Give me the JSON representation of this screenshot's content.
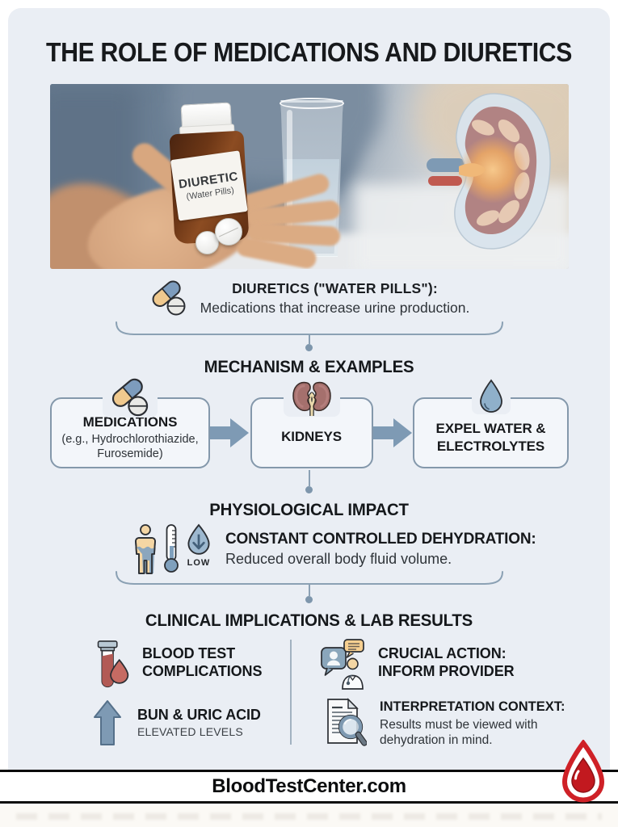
{
  "colors": {
    "background": "#eaeef4",
    "steel_accent": "#7e9ab4",
    "box_border": "#8498ab",
    "ink": "#17191c",
    "logo_red": "#cf2127"
  },
  "title": "THE ROLE OF MEDICATIONS AND DIURETICS",
  "hero": {
    "bottle_line1": "DIURETIC",
    "bottle_line2": "(Water Pills)"
  },
  "intro": {
    "heading": "DIURETICS (\"WATER PILLS\"):",
    "description": "Medications that increase urine production.",
    "icon": "pills-icon"
  },
  "mechanism": {
    "heading": "MECHANISM & EXAMPLES",
    "steps": [
      {
        "title": "MEDICATIONS",
        "subtitle": "(e.g., Hydrochlorothiazide, Furosemide)",
        "icon": "pills-icon"
      },
      {
        "title": "KIDNEYS",
        "subtitle": "",
        "icon": "kidneys-icon"
      },
      {
        "title": "EXPEL WATER & ELECTROLYTES",
        "subtitle": "",
        "icon": "water-drop-icon"
      }
    ]
  },
  "impact": {
    "heading": "PHYSIOLOGICAL IMPACT",
    "gauge_label": "LOW",
    "point_title": "CONSTANT CONTROLLED DEHYDRATION:",
    "point_text": "Reduced overall body fluid volume.",
    "icons": [
      "person-fluid-icon",
      "thermometer-icon",
      "low-water-drop-icon"
    ]
  },
  "clinical": {
    "heading": "CLINICAL IMPLICATIONS & LAB RESULTS",
    "items": [
      {
        "title": "BLOOD TEST COMPLICATIONS",
        "subtitle": "",
        "icon": "blood-test-tube-icon"
      },
      {
        "title": "CRUCIAL ACTION: INFORM PROVIDER",
        "subtitle": "",
        "icon": "chat-doctor-icon"
      },
      {
        "title": "BUN & URIC ACID",
        "subtitle": "ELEVATED LEVELS",
        "icon": "up-arrow-icon"
      },
      {
        "title": "INTERPRETATION CONTEXT:",
        "subtitle": "Results must be viewed with dehydration in mind.",
        "icon": "document-magnifier-icon"
      }
    ]
  },
  "footer": {
    "site": "BloodTestCenter.com"
  }
}
